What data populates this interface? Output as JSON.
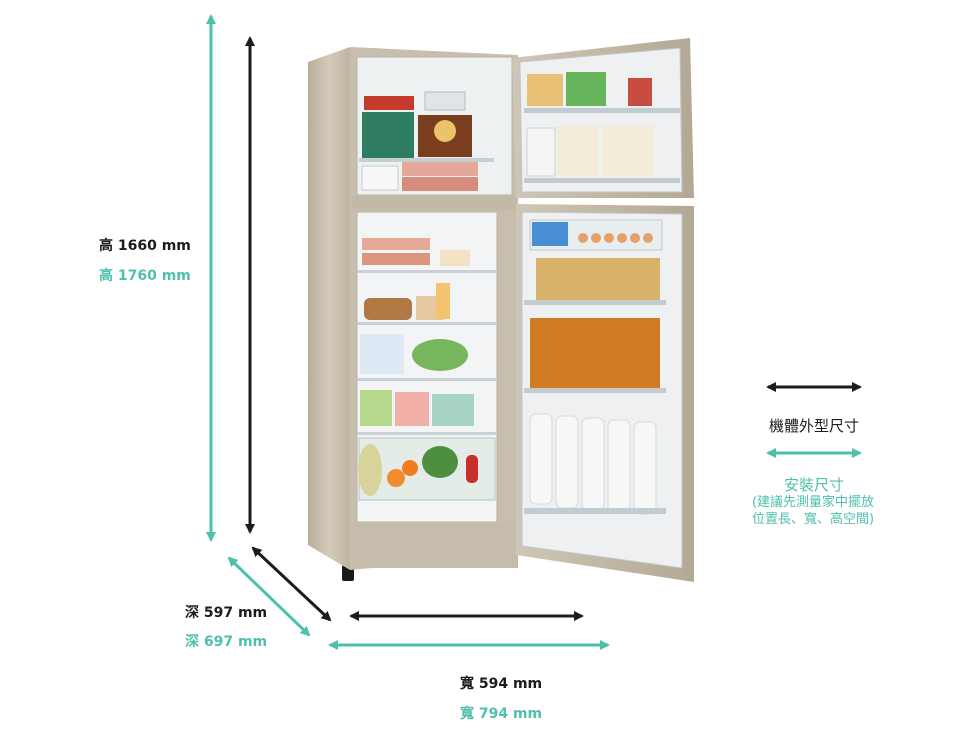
{
  "dimensions": {
    "height": {
      "product": "高 1660 mm",
      "install": "高 1760 mm"
    },
    "depth": {
      "product": "深 597 mm",
      "install": "深 697 mm"
    },
    "width": {
      "product": "寬 594 mm",
      "install": "寬 794 mm"
    }
  },
  "legend": {
    "product_label": "機體外型尺寸",
    "install_label": "安裝尺寸",
    "install_note_line1": "(建議先測量家中擺放",
    "install_note_line2": "位置長、寬、高空間)"
  },
  "colors": {
    "product": "#1c1c1c",
    "install": "#4fbfae",
    "body": "#c9bfae",
    "interior": "#f1f3f4"
  },
  "icons": [
    "double-arrow-icon"
  ]
}
